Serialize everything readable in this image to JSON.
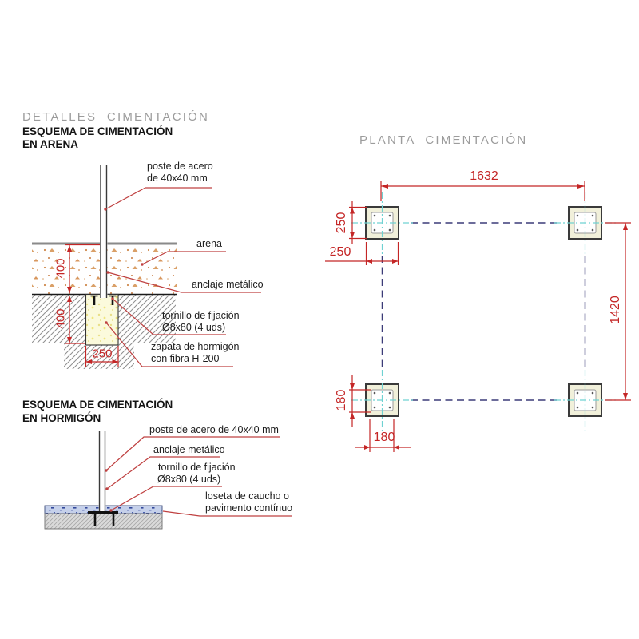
{
  "titles": {
    "main": "DETALLES  CIMENTACIÓN",
    "plan": "PLANTA  CIMENTACIÓN",
    "scheme_sand_line1": "ESQUEMA DE CIMENTACIÓN",
    "scheme_sand_line2": "EN ARENA",
    "scheme_concrete_line1": "ESQUEMA DE CIMENTACIÓN",
    "scheme_concrete_line2": "EN HORMIGÓN"
  },
  "sand_scheme": {
    "labels": {
      "post_line1": "poste de acero",
      "post_line2": "de 40x40 mm",
      "sand": "arena",
      "anchor": "anclaje metálico",
      "bolt_line1": "tornillo de fijación",
      "bolt_line2": "Ø8x80 (4 uds)",
      "footing_line1": "zapata de hormigón",
      "footing_line2": "con fibra H-200"
    },
    "dimensions": {
      "sand_depth": "400",
      "footing_depth": "400",
      "footing_width": "250"
    }
  },
  "concrete_scheme": {
    "labels": {
      "post": "poste de acero de 40x40 mm",
      "anchor": "anclaje metálico",
      "bolt_line1": "tornillo de fijación",
      "bolt_line2": "Ø8x80 (4 uds)",
      "pavement_line1": "loseta de caucho o",
      "pavement_line2": "pavimento contínuo"
    }
  },
  "plan_view": {
    "dimensions": {
      "span_x": "1632",
      "span_y": "1420",
      "top_footing_v": "250",
      "top_footing_h": "250",
      "bottom_footing_v": "180",
      "bottom_footing_h": "180"
    }
  },
  "colors": {
    "dimension_red": "#c42626",
    "leader_red": "#bf4040",
    "centerline_cyan": "#6fd2d2",
    "axis_navy": "#3c3c78",
    "surface_gray": "#8a8a8a",
    "footing_fill": "#f1f0da",
    "sand_speckle": "#cf8a4e",
    "rubber_blue": "#32479b",
    "title_gray": "#9c9c9c"
  }
}
